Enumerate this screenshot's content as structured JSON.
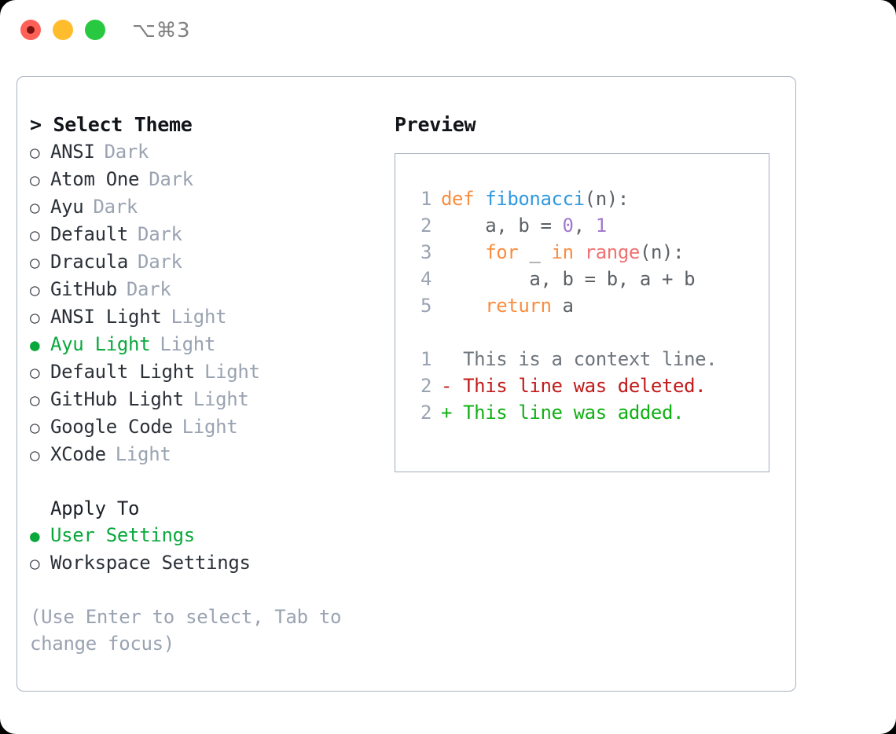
{
  "titlebar": {
    "shortcut": "⌥⌘3",
    "buttons": {
      "close": "close",
      "minimize": "minimize",
      "maximize": "maximize"
    }
  },
  "theme_picker": {
    "header": "> Select Theme",
    "marker_unselected": "○",
    "marker_selected": "●",
    "items": [
      {
        "name": "ANSI",
        "tag": "Dark",
        "selected": false
      },
      {
        "name": "Atom One",
        "tag": "Dark",
        "selected": false
      },
      {
        "name": "Ayu",
        "tag": "Dark",
        "selected": false
      },
      {
        "name": "Default",
        "tag": "Dark",
        "selected": false
      },
      {
        "name": "Dracula",
        "tag": "Dark",
        "selected": false
      },
      {
        "name": "GitHub",
        "tag": "Dark",
        "selected": false
      },
      {
        "name": "ANSI Light",
        "tag": "Light",
        "selected": false
      },
      {
        "name": "Ayu Light",
        "tag": "Light",
        "selected": true
      },
      {
        "name": "Default Light",
        "tag": "Light",
        "selected": false
      },
      {
        "name": "GitHub Light",
        "tag": "Light",
        "selected": false
      },
      {
        "name": "Google Code",
        "tag": "Light",
        "selected": false
      },
      {
        "name": "XCode",
        "tag": "Light",
        "selected": false
      }
    ]
  },
  "apply_to": {
    "label": "Apply To",
    "options": [
      {
        "name": "User Settings",
        "selected": true
      },
      {
        "name": "Workspace Settings",
        "selected": false
      }
    ]
  },
  "hint": "(Use Enter to select, Tab to change focus)",
  "preview": {
    "title": "Preview",
    "code_lines": [
      {
        "num": "1",
        "tokens": [
          {
            "t": "def",
            "c": "kw"
          },
          {
            "t": " ",
            "c": "pl"
          },
          {
            "t": "fibonacci",
            "c": "fn"
          },
          {
            "t": "(n):",
            "c": "pl"
          }
        ]
      },
      {
        "num": "2",
        "tokens": [
          {
            "t": "    a, b = ",
            "c": "pl"
          },
          {
            "t": "0",
            "c": "num"
          },
          {
            "t": ", ",
            "c": "pl"
          },
          {
            "t": "1",
            "c": "num"
          }
        ]
      },
      {
        "num": "3",
        "tokens": [
          {
            "t": "    ",
            "c": "pl"
          },
          {
            "t": "for",
            "c": "kw"
          },
          {
            "t": " _ ",
            "c": "pl"
          },
          {
            "t": "in",
            "c": "kw"
          },
          {
            "t": " ",
            "c": "pl"
          },
          {
            "t": "range",
            "c": "bi"
          },
          {
            "t": "(n):",
            "c": "pl"
          }
        ]
      },
      {
        "num": "4",
        "tokens": [
          {
            "t": "        a, b = b, a + b",
            "c": "pl"
          }
        ]
      },
      {
        "num": "5",
        "tokens": [
          {
            "t": "    ",
            "c": "pl"
          },
          {
            "t": "return",
            "c": "kw"
          },
          {
            "t": " a",
            "c": "pl"
          }
        ]
      }
    ],
    "diff_lines": [
      {
        "num": "1",
        "sign": " ",
        "text": " This is a context line.",
        "kind": "d-ctx"
      },
      {
        "num": "2",
        "sign": "-",
        "text": " This line was deleted.",
        "kind": "d-del"
      },
      {
        "num": "2",
        "sign": "+",
        "text": " This line was added.",
        "kind": "d-add"
      }
    ]
  },
  "colors": {
    "accent_green": "#0aa83c",
    "panel_border": "#a9b2c0",
    "muted_text": "#9aa3b2",
    "keyword_orange": "#fa8d3e",
    "function_blue": "#3199e1",
    "builtin_red": "#f07171",
    "number_purple": "#a37acc",
    "diff_add": "#11b015",
    "diff_del": "#c21b1b"
  }
}
